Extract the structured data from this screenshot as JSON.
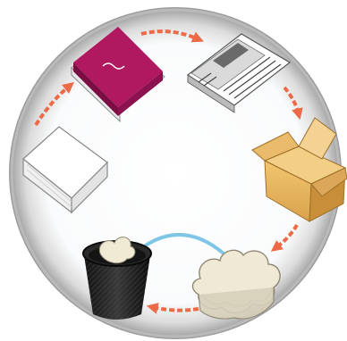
{
  "diagram": {
    "kind": "recycling-cycle",
    "items": [
      {
        "id": "magenta-book",
        "icon": "book-icon"
      },
      {
        "id": "newspaper",
        "icon": "newspaper-icon"
      },
      {
        "id": "cardboard-box",
        "icon": "cardboard-box-icon"
      },
      {
        "id": "egg-carton",
        "icon": "molded-pulp-carton-icon"
      },
      {
        "id": "waste-bin",
        "icon": "waste-bin-icon"
      },
      {
        "id": "white-book",
        "icon": "blank-book-icon"
      }
    ],
    "colors": {
      "arrow_orange": "#ec6a45",
      "arrow_blue": "#7fc6e6",
      "book_magenta": "#b0185f",
      "box_tan": "#e6b765",
      "ring_grey": "#b9b9b9"
    }
  }
}
